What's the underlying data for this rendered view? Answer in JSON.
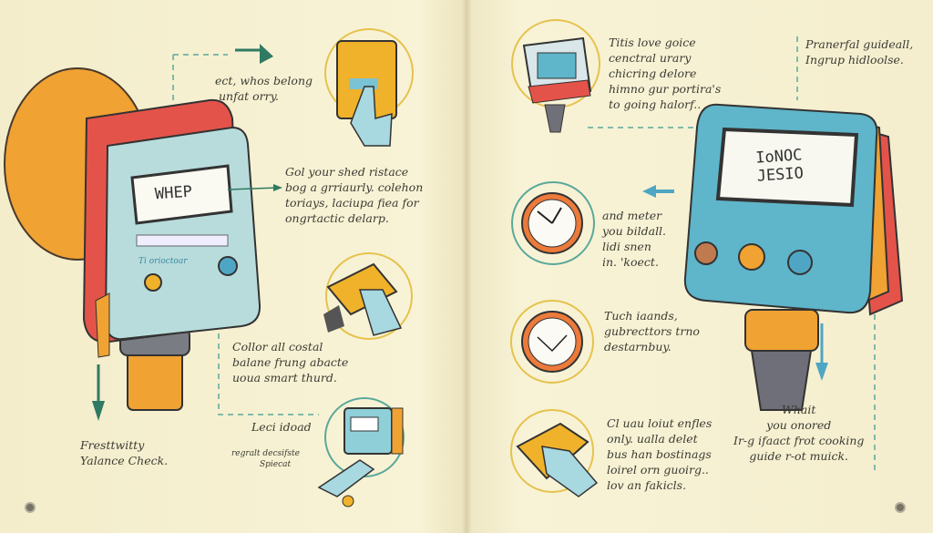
{
  "left_page": {
    "note_top": "ect, whos belong\n unfat orry.",
    "note_middle": "Gol your shed ristace\nbog a grriaurly. colehon\ntoriays, laciupa fiea for\nongrtactic delarp.",
    "note_lower": "Collor all costal\nbalane frung abacte\nuoua smart thurd.",
    "note_bottom_title": "Leci idoad",
    "note_bottom_small": "regralt decsifste",
    "note_bottom_small2": "Spiecat",
    "caption": "Fresttwitty\nYalance Check.",
    "device_screen": "WHEP",
    "device_label": "Ti orioctoar"
  },
  "right_page": {
    "note_top": "Titis love goice\ncenctral urary\nchicring delore\nhimno gur portira's\nto going halorf..",
    "note_top_right": "Pranerfal guideall,\nIngrup hidloolse.",
    "note_clock": "and meter\nyou bildall.\nlidi snen\nin. 'koect.",
    "note_clock2": "Tuch iaands,\ngubrecttors trno\ndestarnbuy.",
    "note_hand": "Cl uau loiut enfles\nonly. ualla delet\nbus han bostinags\nloirel orn guoirg..\nlov an fakicls.",
    "note_bottom": "Whait\nyou onored\nIr-g ifaact frot cooking\nguide r-ot muick.",
    "device_screen": "IoNOC\nJESIO"
  },
  "colors": {
    "paper": "#f7f1d2",
    "red": "#e4534a",
    "orange": "#f0a232",
    "teal": "#5fb5c9",
    "green": "#2f7a62"
  }
}
